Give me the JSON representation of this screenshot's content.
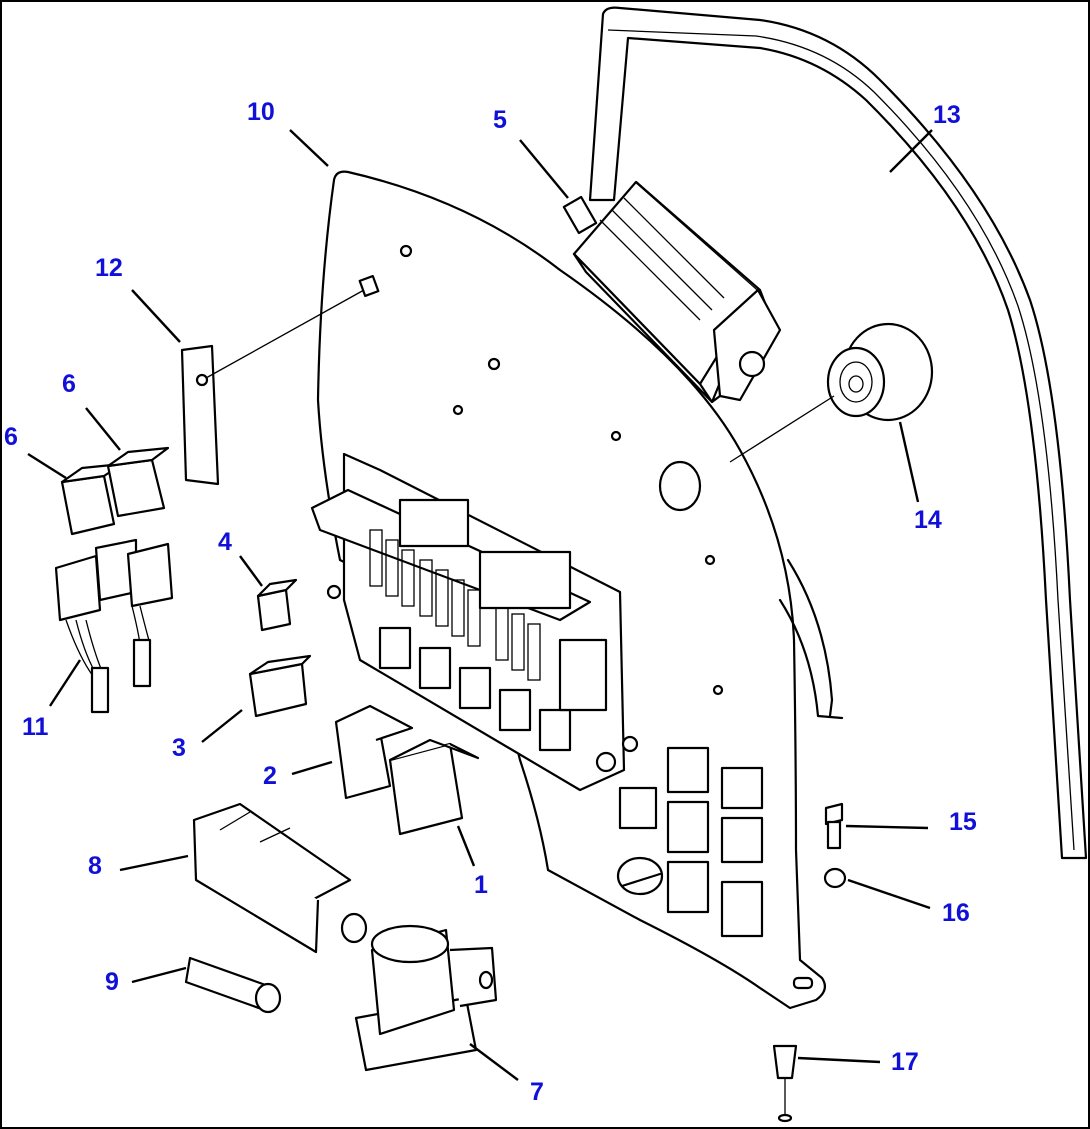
{
  "diagram": {
    "type": "exploded-parts-view",
    "parts": [
      {
        "id": "p1",
        "label": "1"
      },
      {
        "id": "p2",
        "label": "2"
      },
      {
        "id": "p3",
        "label": "3"
      },
      {
        "id": "p4",
        "label": "4"
      },
      {
        "id": "p5",
        "label": "5"
      },
      {
        "id": "p6a",
        "label": "6"
      },
      {
        "id": "p6b",
        "label": "6"
      },
      {
        "id": "p7",
        "label": "7"
      },
      {
        "id": "p8",
        "label": "8"
      },
      {
        "id": "p9",
        "label": "9"
      },
      {
        "id": "p10",
        "label": "10"
      },
      {
        "id": "p11",
        "label": "11"
      },
      {
        "id": "p12",
        "label": "12"
      },
      {
        "id": "p13",
        "label": "13"
      },
      {
        "id": "p14",
        "label": "14"
      },
      {
        "id": "p15",
        "label": "15"
      },
      {
        "id": "p16",
        "label": "16"
      },
      {
        "id": "p17",
        "label": "17"
      }
    ],
    "colors": {
      "callout": "#1010d8",
      "line": "#000000",
      "background": "#ffffff"
    }
  }
}
